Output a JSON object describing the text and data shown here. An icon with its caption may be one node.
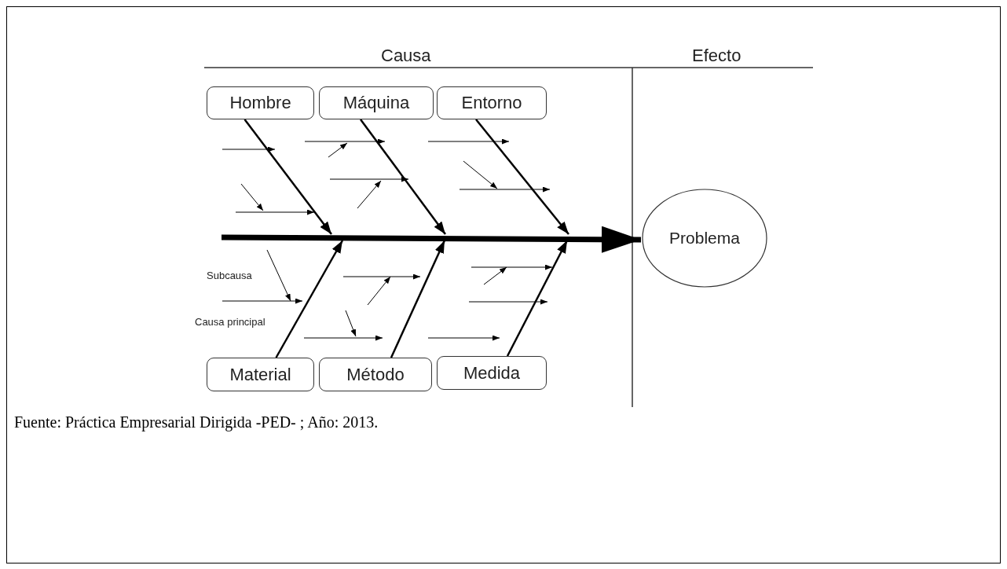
{
  "diagram": {
    "caption": "Fuente: Práctica Empresarial Dirigida -PED- ; Año: 2013.",
    "nodes": [
      {
        "text": [
          "Hombre"
        ]
      },
      {
        "text": [
          "Máquina"
        ]
      },
      {
        "text": [
          "Entorno"
        ]
      },
      {
        "text": [
          "Material"
        ]
      },
      {
        "text": [
          "Método"
        ]
      },
      {
        "text": [
          "Medida"
        ]
      },
      {
        "text": [
          "Problema"
        ]
      }
    ],
    "edges": [
      {
        "from": 0,
        "to": null,
        "arrow": "to"
      },
      {
        "from": 1,
        "to": null,
        "arrow": "to"
      },
      {
        "from": 2,
        "to": null,
        "arrow": "to"
      },
      {
        "from": 3,
        "to": null,
        "arrow": "to"
      },
      {
        "from": 4,
        "to": null,
        "arrow": "to"
      },
      {
        "from": 5,
        "to": null,
        "arrow": "to"
      },
      {
        "from": null,
        "to": 6,
        "arrow": "to",
        "style": "thick"
      }
    ],
    "labels": [
      "Causa",
      "Efecto",
      "Subcausa",
      "Causa principal"
    ]
  }
}
